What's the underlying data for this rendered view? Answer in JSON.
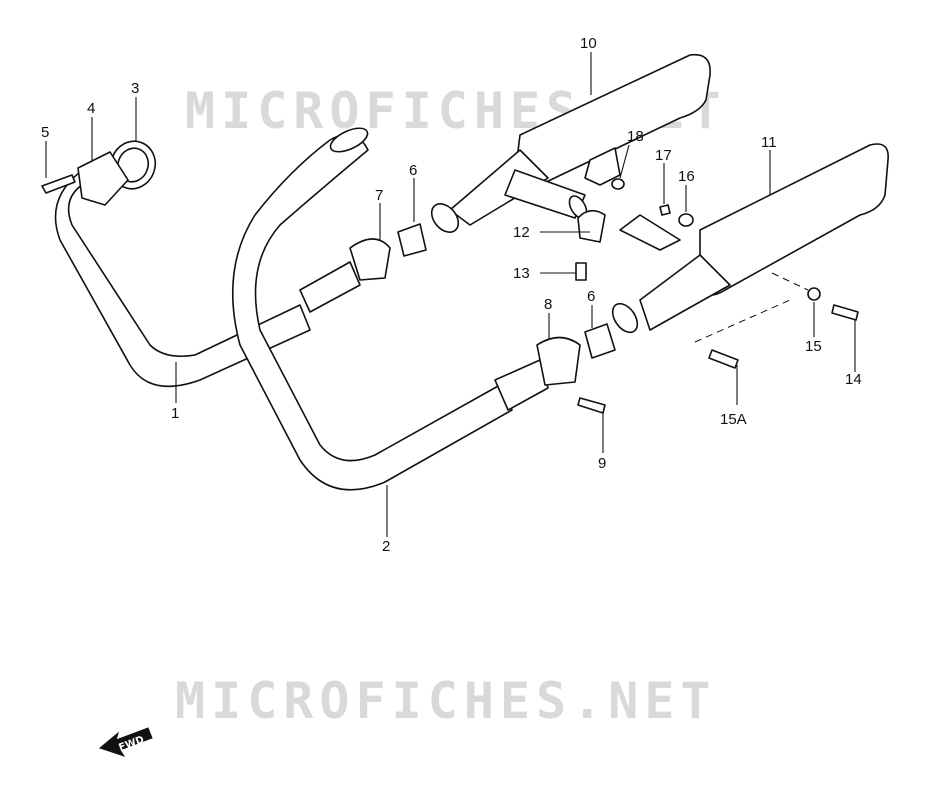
{
  "watermark": "MICROFICHES.NET",
  "fwd_label": "FWD",
  "callouts": {
    "c1": "1",
    "c2": "2",
    "c3": "3",
    "c4": "4",
    "c5": "5",
    "c6a": "6",
    "c6b": "6",
    "c7": "7",
    "c8": "8",
    "c9": "9",
    "c10": "10",
    "c11": "11",
    "c12": "12",
    "c13": "13",
    "c14": "14",
    "c15": "15",
    "c15a": "15A",
    "c16": "16",
    "c17": "17",
    "c18": "18"
  },
  "colors": {
    "line": "#111111",
    "watermark": "#d9d9d9",
    "background": "#ffffff"
  }
}
